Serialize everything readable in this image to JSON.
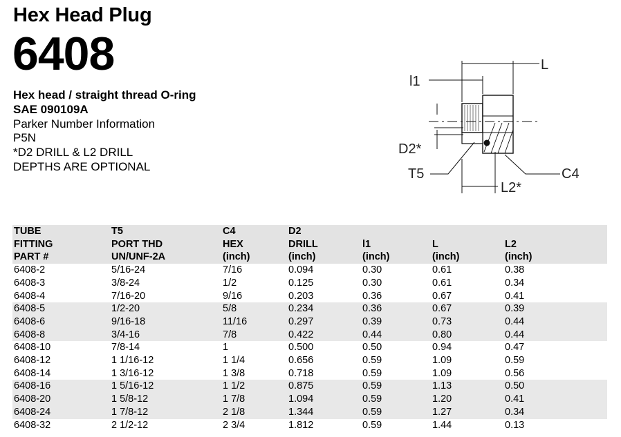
{
  "header": {
    "title": "Hex Head Plug",
    "part_number": "6408"
  },
  "description": {
    "line1": "Hex head / straight thread O-ring",
    "line2": "SAE 090109A",
    "line3": "Parker Number Information",
    "line4": "P5N",
    "line5": "*D2 DRILL & L2 DRILL",
    "line6": "DEPTHS ARE OPTIONAL"
  },
  "drawing_labels": {
    "l1": "l1",
    "l": "L",
    "d2": "D2*",
    "t5": "T5",
    "c4": "C4",
    "l2": "L2*"
  },
  "table": {
    "headers": [
      [
        "TUBE",
        "FITTING",
        "PART #"
      ],
      [
        "T5",
        "PORT THD",
        "UN/UNF-2A"
      ],
      [
        "C4",
        "HEX",
        "(inch)"
      ],
      [
        "D2",
        "DRILL",
        "(inch)"
      ],
      [
        "",
        "l1",
        "(inch)"
      ],
      [
        "",
        "L",
        "(inch)"
      ],
      [
        "",
        "L2",
        "(inch)"
      ]
    ],
    "rows": [
      [
        "6408-2",
        "5/16-24",
        "7/16",
        "0.094",
        "0.30",
        "0.61",
        "0.38"
      ],
      [
        "6408-3",
        "3/8-24",
        "1/2",
        "0.125",
        "0.30",
        "0.61",
        "0.34"
      ],
      [
        "6408-4",
        "7/16-20",
        "9/16",
        "0.203",
        "0.36",
        "0.67",
        "0.41"
      ],
      [
        "6408-5",
        "1/2-20",
        "5/8",
        "0.234",
        "0.36",
        "0.67",
        "0.39"
      ],
      [
        "6408-6",
        "9/16-18",
        "11/16",
        "0.297",
        "0.39",
        "0.73",
        "0.44"
      ],
      [
        "6408-8",
        "3/4-16",
        "7/8",
        "0.422",
        "0.44",
        "0.80",
        "0.44"
      ],
      [
        "6408-10",
        "7/8-14",
        "1",
        "0.500",
        "0.50",
        "0.94",
        "0.47"
      ],
      [
        "6408-12",
        "1 1/16-12",
        "1 1/4",
        "0.656",
        "0.59",
        "1.09",
        "0.59"
      ],
      [
        "6408-14",
        "1 3/16-12",
        "1 3/8",
        "0.718",
        "0.59",
        "1.09",
        "0.56"
      ],
      [
        "6408-16",
        "1 5/16-12",
        "1 1/2",
        "0.875",
        "0.59",
        "1.13",
        "0.50"
      ],
      [
        "6408-20",
        "1 5/8-12",
        "1 7/8",
        "1.094",
        "0.59",
        "1.20",
        "0.41"
      ],
      [
        "6408-24",
        "1 7/8-12",
        "2 1/8",
        "1.344",
        "0.59",
        "1.27",
        "0.34"
      ],
      [
        "6408-32",
        "2 1/2-12",
        "2 3/4",
        "1.812",
        "0.59",
        "1.44",
        "0.13"
      ]
    ]
  }
}
